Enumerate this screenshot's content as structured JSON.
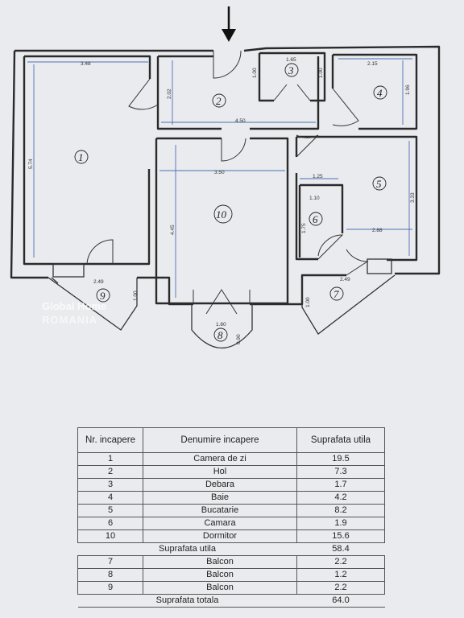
{
  "plan": {
    "rooms": [
      {
        "id": "1"
      },
      {
        "id": "2"
      },
      {
        "id": "3"
      },
      {
        "id": "4"
      },
      {
        "id": "5"
      },
      {
        "id": "6"
      },
      {
        "id": "7"
      },
      {
        "id": "8"
      },
      {
        "id": "9"
      },
      {
        "id": "10"
      }
    ],
    "dimensions": [
      "3.48",
      "5.74",
      "2.02",
      "1.00",
      "1.65",
      "1.00",
      "2.15",
      "1.96",
      "4.50",
      "3.50",
      "4.45",
      "1.25",
      "1.10",
      "1.75",
      "3.33",
      "2.88",
      "2.49",
      "1.00",
      "2.49",
      "1.00",
      "1.60",
      "0.90"
    ],
    "watermark": {
      "line1": "Global Home",
      "line2": "ROMANIA"
    }
  },
  "legend": {
    "headers": [
      "Nr. incapere",
      "Denumire incapere",
      "Suprafata utila"
    ],
    "rows": [
      {
        "nr": "1",
        "name": "Camera de zi",
        "area": "19.5"
      },
      {
        "nr": "2",
        "name": "Hol",
        "area": "7.3"
      },
      {
        "nr": "3",
        "name": "Debara",
        "area": "1.7"
      },
      {
        "nr": "4",
        "name": "Baie",
        "area": "4.2"
      },
      {
        "nr": "5",
        "name": "Bucatarie",
        "area": "8.2"
      },
      {
        "nr": "6",
        "name": "Camara",
        "area": "1.9"
      },
      {
        "nr": "10",
        "name": "Dormitor",
        "area": "15.6"
      }
    ],
    "subtotal": {
      "label": "Suprafata utila",
      "area": "58.4"
    },
    "balconies": [
      {
        "nr": "7",
        "name": "Balcon",
        "area": "2.2"
      },
      {
        "nr": "8",
        "name": "Balcon",
        "area": "1.2"
      },
      {
        "nr": "9",
        "name": "Balcon",
        "area": "2.2"
      }
    ],
    "total": {
      "label": "Suprafata totala",
      "area": "64.0"
    }
  }
}
